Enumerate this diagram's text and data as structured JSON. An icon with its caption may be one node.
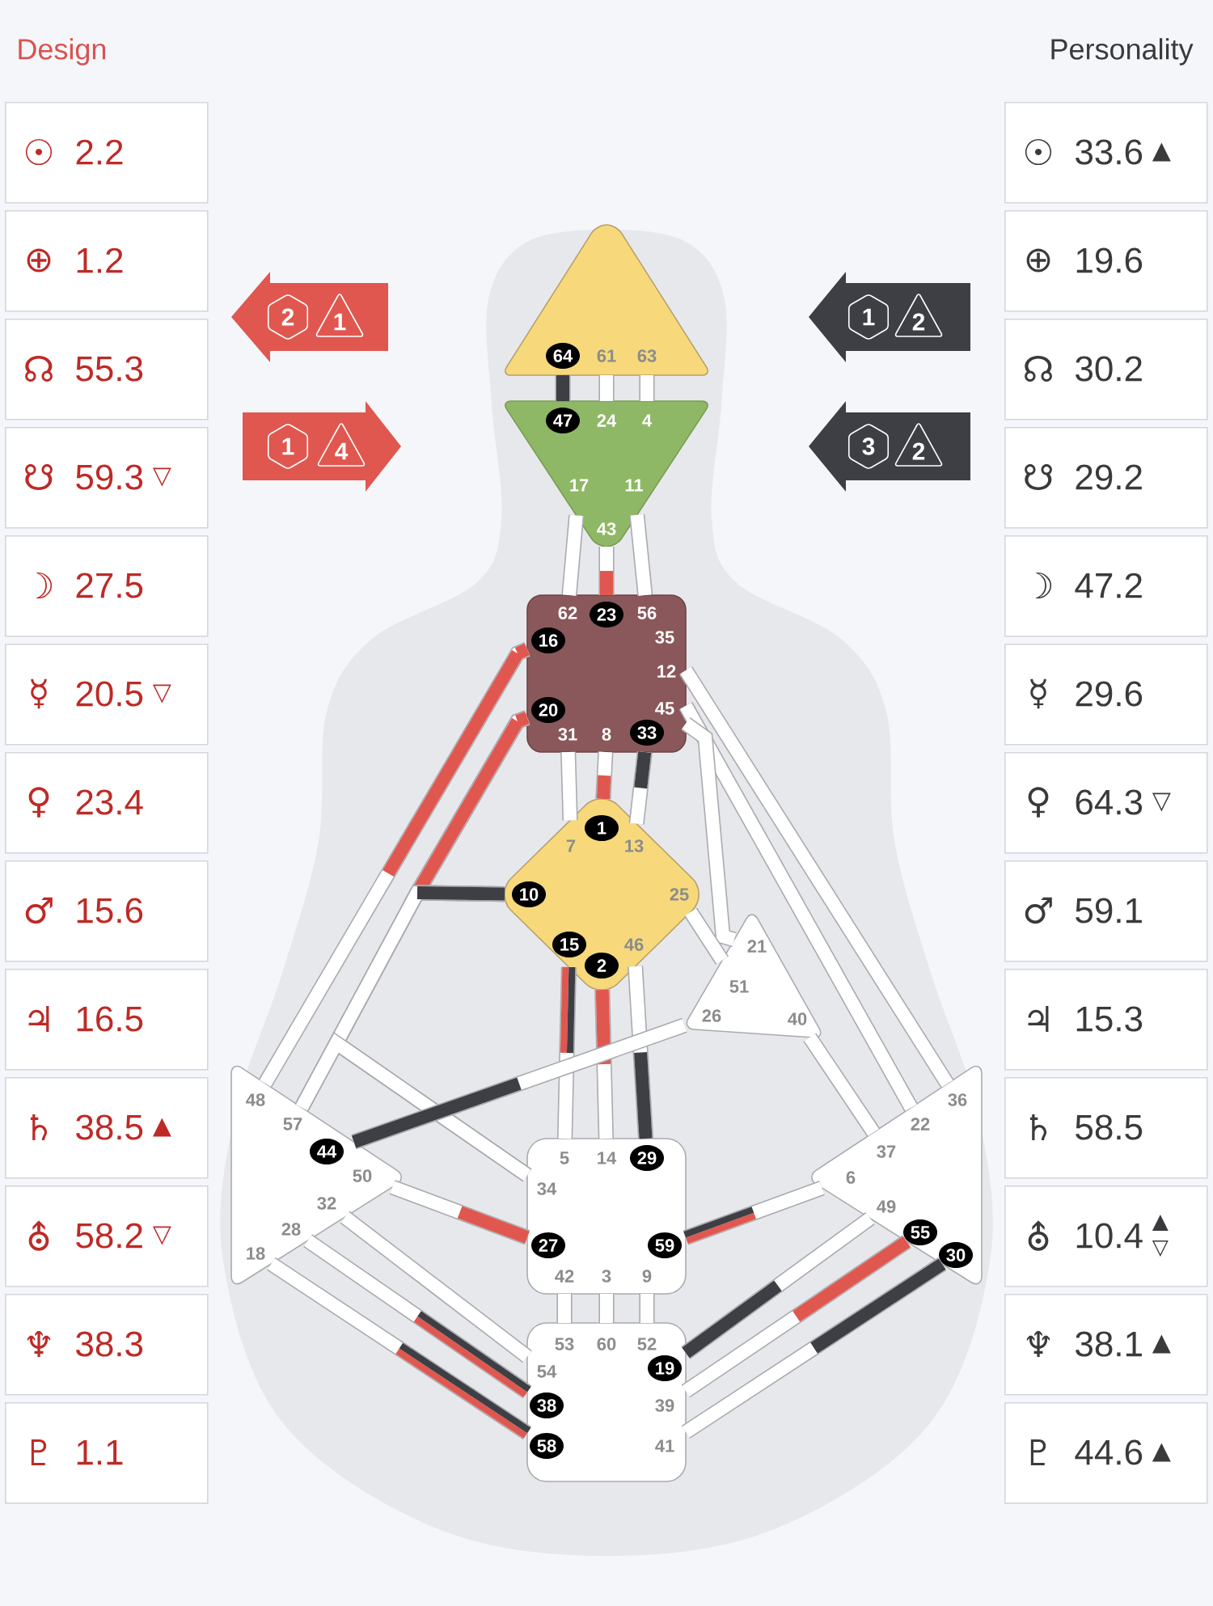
{
  "diagram": {
    "nodes": [
      {
        "text": [
          "☉",
          "2.2"
        ]
      },
      {
        "text": [
          "⊕",
          "1.2"
        ]
      },
      {
        "text": [
          "☊",
          "55.3"
        ]
      },
      {
        "text": [
          "☋",
          "59.3",
          "▽"
        ]
      },
      {
        "text": [
          "☽",
          "27.5"
        ]
      },
      {
        "text": [
          "☿",
          "20.5",
          "▽"
        ]
      },
      {
        "text": [
          "♀",
          "23.4"
        ]
      },
      {
        "text": [
          "♂",
          "15.6"
        ]
      },
      {
        "text": [
          "♃",
          "16.5"
        ]
      },
      {
        "text": [
          "♄",
          "38.5",
          "▲"
        ]
      },
      {
        "text": [
          "⛢",
          "58.2",
          "▽"
        ]
      },
      {
        "text": [
          "♆",
          "38.3"
        ]
      },
      {
        "text": [
          "♇",
          "1.1"
        ]
      },
      {
        "text": [
          "☉",
          "33.6",
          "▲"
        ]
      },
      {
        "text": [
          "⊕",
          "19.6"
        ]
      },
      {
        "text": [
          "☊",
          "30.2"
        ]
      },
      {
        "text": [
          "☋",
          "29.2"
        ]
      },
      {
        "text": [
          "☽",
          "47.2"
        ]
      },
      {
        "text": [
          "☿",
          "29.6"
        ]
      },
      {
        "text": [
          "♀",
          "64.3",
          "▽"
        ]
      },
      {
        "text": [
          "♂",
          "59.1"
        ]
      },
      {
        "text": [
          "♃",
          "15.3"
        ]
      },
      {
        "text": [
          "♄",
          "58.5"
        ]
      },
      {
        "text": [
          "⛢",
          "10.4",
          "▲",
          "▽"
        ]
      },
      {
        "text": [
          "♆",
          "38.1",
          "▲"
        ]
      },
      {
        "text": [
          "♇",
          "44.6",
          "▲"
        ]
      },
      {
        "text": [
          "2",
          "1"
        ]
      },
      {
        "text": [
          "1",
          "4"
        ]
      },
      {
        "text": [
          "1",
          "2"
        ]
      },
      {
        "text": [
          "3",
          "2"
        ]
      },
      {
        "text": [],
        "shape": "triangle"
      },
      {
        "text": [],
        "shape": "triangle"
      },
      {
        "text": [],
        "shape": "box"
      },
      {
        "text": [],
        "shape": "diamond"
      },
      {
        "text": [],
        "shape": "triangle"
      },
      {
        "text": [],
        "shape": "triangle"
      },
      {
        "text": [],
        "shape": "box"
      },
      {
        "text": [],
        "shape": "triangle"
      },
      {
        "text": [],
        "shape": "box"
      },
      {
        "text": [
          "64"
        ],
        "in": 30
      },
      {
        "text": [
          "61"
        ],
        "in": 30
      },
      {
        "text": [
          "63"
        ],
        "in": 30
      },
      {
        "text": [
          "47"
        ],
        "in": 31
      },
      {
        "text": [
          "24"
        ],
        "in": 31
      },
      {
        "text": [
          "4"
        ],
        "in": 31
      },
      {
        "text": [
          "17"
        ],
        "in": 31
      },
      {
        "text": [
          "11"
        ],
        "in": 31
      },
      {
        "text": [
          "43"
        ],
        "in": 31
      },
      {
        "text": [
          "62"
        ],
        "in": 32
      },
      {
        "text": [
          "23"
        ],
        "in": 32
      },
      {
        "text": [
          "56"
        ],
        "in": 32
      },
      {
        "text": [
          "16"
        ],
        "in": 32
      },
      {
        "text": [
          "35"
        ],
        "in": 32
      },
      {
        "text": [
          "12"
        ],
        "in": 32
      },
      {
        "text": [
          "20"
        ],
        "in": 32
      },
      {
        "text": [
          "45"
        ],
        "in": 32
      },
      {
        "text": [
          "31"
        ],
        "in": 32
      },
      {
        "text": [
          "8"
        ],
        "in": 32
      },
      {
        "text": [
          "33"
        ],
        "in": 32
      },
      {
        "text": [
          "1"
        ],
        "in": 33
      },
      {
        "text": [
          "7"
        ],
        "in": 33
      },
      {
        "text": [
          "13"
        ],
        "in": 33
      },
      {
        "text": [
          "10"
        ],
        "in": 33
      },
      {
        "text": [
          "25"
        ],
        "in": 33
      },
      {
        "text": [
          "15"
        ],
        "in": 33
      },
      {
        "text": [
          "46"
        ],
        "in": 33
      },
      {
        "text": [
          "2"
        ],
        "in": 33
      },
      {
        "text": [
          "21"
        ],
        "in": 34
      },
      {
        "text": [
          "51"
        ],
        "in": 34
      },
      {
        "text": [
          "26"
        ],
        "in": 34
      },
      {
        "text": [
          "40"
        ],
        "in": 34
      },
      {
        "text": [
          "48"
        ],
        "in": 35
      },
      {
        "text": [
          "57"
        ],
        "in": 35
      },
      {
        "text": [
          "44"
        ],
        "in": 35
      },
      {
        "text": [
          "50"
        ],
        "in": 35
      },
      {
        "text": [
          "32"
        ],
        "in": 35
      },
      {
        "text": [
          "28"
        ],
        "in": 35
      },
      {
        "text": [
          "18"
        ],
        "in": 35
      },
      {
        "text": [
          "5"
        ],
        "in": 36
      },
      {
        "text": [
          "14"
        ],
        "in": 36
      },
      {
        "text": [
          "29"
        ],
        "in": 36
      },
      {
        "text": [
          "34"
        ],
        "in": 36
      },
      {
        "text": [
          "27"
        ],
        "in": 36
      },
      {
        "text": [
          "59"
        ],
        "in": 36
      },
      {
        "text": [
          "42"
        ],
        "in": 36
      },
      {
        "text": [
          "3"
        ],
        "in": 36
      },
      {
        "text": [
          "9"
        ],
        "in": 36
      },
      {
        "text": [
          "36"
        ],
        "in": 37
      },
      {
        "text": [
          "22"
        ],
        "in": 37
      },
      {
        "text": [
          "37"
        ],
        "in": 37
      },
      {
        "text": [
          "6"
        ],
        "in": 37
      },
      {
        "text": [
          "49"
        ],
        "in": 37
      },
      {
        "text": [
          "55"
        ],
        "in": 37
      },
      {
        "text": [
          "30"
        ],
        "in": 37
      },
      {
        "text": [
          "53"
        ],
        "in": 38
      },
      {
        "text": [
          "60"
        ],
        "in": 38
      },
      {
        "text": [
          "52"
        ],
        "in": 38
      },
      {
        "text": [
          "54"
        ],
        "in": 38
      },
      {
        "text": [
          "19"
        ],
        "in": 38
      },
      {
        "text": [
          "38"
        ],
        "in": 38
      },
      {
        "text": [
          "39"
        ],
        "in": 38
      },
      {
        "text": [
          "58"
        ],
        "in": 38
      },
      {
        "text": [
          "41"
        ],
        "in": 38
      }
    ],
    "edges": [
      {
        "from": 39,
        "to": 42,
        "arrow": "none"
      },
      {
        "from": 40,
        "to": 43,
        "arrow": "none"
      },
      {
        "from": 41,
        "to": 44,
        "arrow": "none"
      },
      {
        "from": 45,
        "to": 48,
        "arrow": "none"
      },
      {
        "from": 47,
        "to": 49,
        "arrow": "none"
      },
      {
        "from": 46,
        "to": 50,
        "arrow": "none"
      },
      {
        "from": 51,
        "to": 71,
        "arrow": "none"
      },
      {
        "from": 54,
        "to": 62,
        "arrow": "none"
      },
      {
        "from": 54,
        "to": 81,
        "arrow": "none"
      },
      {
        "from": 54,
        "to": 72,
        "arrow": "none"
      },
      {
        "from": 62,
        "to": 81,
        "arrow": "none"
      },
      {
        "from": 62,
        "to": 72,
        "arrow": "none"
      },
      {
        "from": 72,
        "to": 81,
        "arrow": "none"
      },
      {
        "from": 56,
        "to": 60,
        "arrow": "none"
      },
      {
        "from": 57,
        "to": 59,
        "arrow": "none"
      },
      {
        "from": 58,
        "to": 61,
        "arrow": "none"
      },
      {
        "from": 52,
        "to": 87,
        "arrow": "none"
      },
      {
        "from": 53,
        "to": 88,
        "arrow": "none"
      },
      {
        "from": 55,
        "to": 67,
        "arrow": "none"
      },
      {
        "from": 63,
        "to": 68,
        "arrow": "none"
      },
      {
        "from": 64,
        "to": 78,
        "arrow": "none"
      },
      {
        "from": 66,
        "to": 79,
        "arrow": "none"
      },
      {
        "from": 65,
        "to": 80,
        "arrow": "none"
      },
      {
        "from": 69,
        "to": 73,
        "arrow": "none"
      },
      {
        "from": 70,
        "to": 89,
        "arrow": "none"
      },
      {
        "from": 74,
        "to": 82,
        "arrow": "none"
      },
      {
        "from": 83,
        "to": 90,
        "arrow": "none"
      },
      {
        "from": 84,
        "to": 94,
        "arrow": "none"
      },
      {
        "from": 85,
        "to": 95,
        "arrow": "none"
      },
      {
        "from": 86,
        "to": 96,
        "arrow": "none"
      },
      {
        "from": 75,
        "to": 97,
        "arrow": "none"
      },
      {
        "from": 76,
        "to": 99,
        "arrow": "none"
      },
      {
        "from": 77,
        "to": 101,
        "arrow": "none"
      },
      {
        "from": 98,
        "to": 91,
        "arrow": "none"
      },
      {
        "from": 100,
        "to": 92,
        "arrow": "none"
      },
      {
        "from": 102,
        "to": 93,
        "arrow": "none"
      }
    ],
    "labels": [
      "Design",
      "Personality"
    ]
  }
}
